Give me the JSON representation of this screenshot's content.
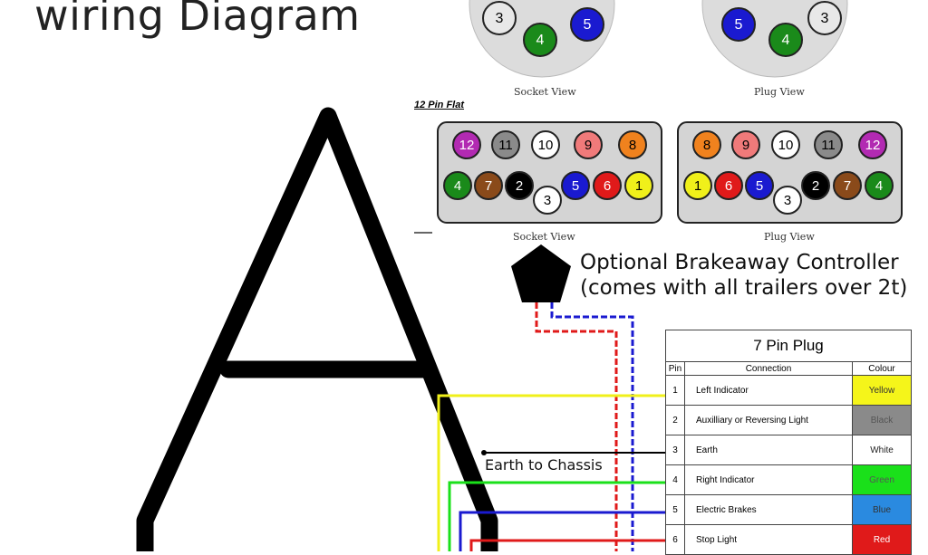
{
  "title": "wiring Diagram",
  "round_connector": {
    "socket_caption": "Socket View",
    "plug_caption": "Plug View",
    "socket_pins": [
      {
        "n": "3",
        "color": "#e8e8e8"
      },
      {
        "n": "4",
        "color": "#1a8a1a"
      },
      {
        "n": "5",
        "color": "#1a1ad0"
      }
    ],
    "plug_pins": [
      {
        "n": "5",
        "color": "#1a1ad0"
      },
      {
        "n": "4",
        "color": "#1a8a1a"
      },
      {
        "n": "3",
        "color": "#e8e8e8"
      }
    ]
  },
  "flat_connector": {
    "label": "12 Pin Flat",
    "socket_caption": "Socket View",
    "plug_caption": "Plug View",
    "socket_top": [
      {
        "n": "12",
        "color": "#b22ab2"
      },
      {
        "n": "11",
        "color": "#8a8a8a"
      },
      {
        "n": "10",
        "color": "#ffffff"
      },
      {
        "n": "9",
        "color": "#f07a7a"
      },
      {
        "n": "8",
        "color": "#f0821e"
      }
    ],
    "socket_bottom": [
      {
        "n": "4",
        "color": "#1a8a1a"
      },
      {
        "n": "7",
        "color": "#8a4a1a"
      },
      {
        "n": "2",
        "color": "#000000"
      },
      {
        "n": "3",
        "color": "#ffffff"
      },
      {
        "n": "5",
        "color": "#1a1ad0"
      },
      {
        "n": "6",
        "color": "#e01a1a"
      },
      {
        "n": "1",
        "color": "#f0f01a"
      }
    ],
    "plug_top": [
      {
        "n": "8",
        "color": "#f0821e"
      },
      {
        "n": "9",
        "color": "#f07a7a"
      },
      {
        "n": "10",
        "color": "#ffffff"
      },
      {
        "n": "11",
        "color": "#8a8a8a"
      },
      {
        "n": "12",
        "color": "#b22ab2"
      }
    ],
    "plug_bottom": [
      {
        "n": "1",
        "color": "#f0f01a"
      },
      {
        "n": "6",
        "color": "#e01a1a"
      },
      {
        "n": "5",
        "color": "#1a1ad0"
      },
      {
        "n": "3",
        "color": "#ffffff"
      },
      {
        "n": "2",
        "color": "#000000"
      },
      {
        "n": "7",
        "color": "#8a4a1a"
      },
      {
        "n": "4",
        "color": "#1a8a1a"
      }
    ]
  },
  "brakeaway": {
    "line1": "Optional Brakeaway Controller",
    "line2": "(comes with all trailers over 2t)"
  },
  "earth_label": "Earth to Chassis",
  "pin_table": {
    "title": "7 Pin Plug",
    "headers": {
      "pin": "Pin",
      "connection": "Connection",
      "colour": "Colour"
    },
    "rows": [
      {
        "pin": "1",
        "connection": "Left Indicator",
        "colour": "Yellow",
        "swatch": "#f5f51a",
        "text": "#333333"
      },
      {
        "pin": "2",
        "connection": "Auxilliary or Reversing Light",
        "colour": "Black",
        "swatch": "#8a8a8a",
        "text": "#555555"
      },
      {
        "pin": "3",
        "connection": "Earth",
        "colour": "White",
        "swatch": "#ffffff",
        "text": "#222222"
      },
      {
        "pin": "4",
        "connection": "Right Indicator",
        "colour": "Green",
        "swatch": "#1ae01a",
        "text": "#555555"
      },
      {
        "pin": "5",
        "connection": "Electric Brakes",
        "colour": "Blue",
        "swatch": "#2a8ae0",
        "text": "#333333"
      },
      {
        "pin": "6",
        "connection": "Stop Light",
        "colour": "Red",
        "swatch": "#e01a1a",
        "text": "#ffffff"
      }
    ]
  }
}
